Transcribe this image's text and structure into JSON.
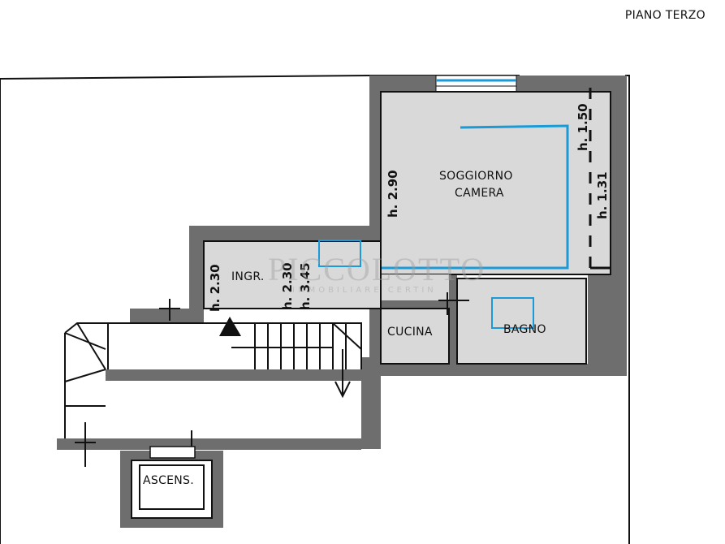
{
  "floor_title": "PIANO TERZO",
  "rooms": {
    "soggiorno": [
      "SOGGIORNO",
      "CAMERA"
    ],
    "ingresso": "INGR.",
    "cucina": "CUCINA",
    "bagno": "BAGNO",
    "ascensore": "ASCENS."
  },
  "heights": {
    "soggiorno_left": "h. 2.90",
    "soggiorno_right_top": "h. 1.50",
    "soggiorno_right_low": "h. 1.31",
    "ingresso": "h. 2.30",
    "ingresso_mid_a": "h. 2.30",
    "ingresso_mid_b": "h. 3.45"
  },
  "watermark": {
    "name": "PICCOLOTTO",
    "sub": "IMMOBILIARE CERTIN"
  },
  "colors": {
    "wall": "#6e6e6e",
    "room_fill": "#d9d9d9",
    "accent": "#1a9ad6",
    "line": "#111111"
  }
}
